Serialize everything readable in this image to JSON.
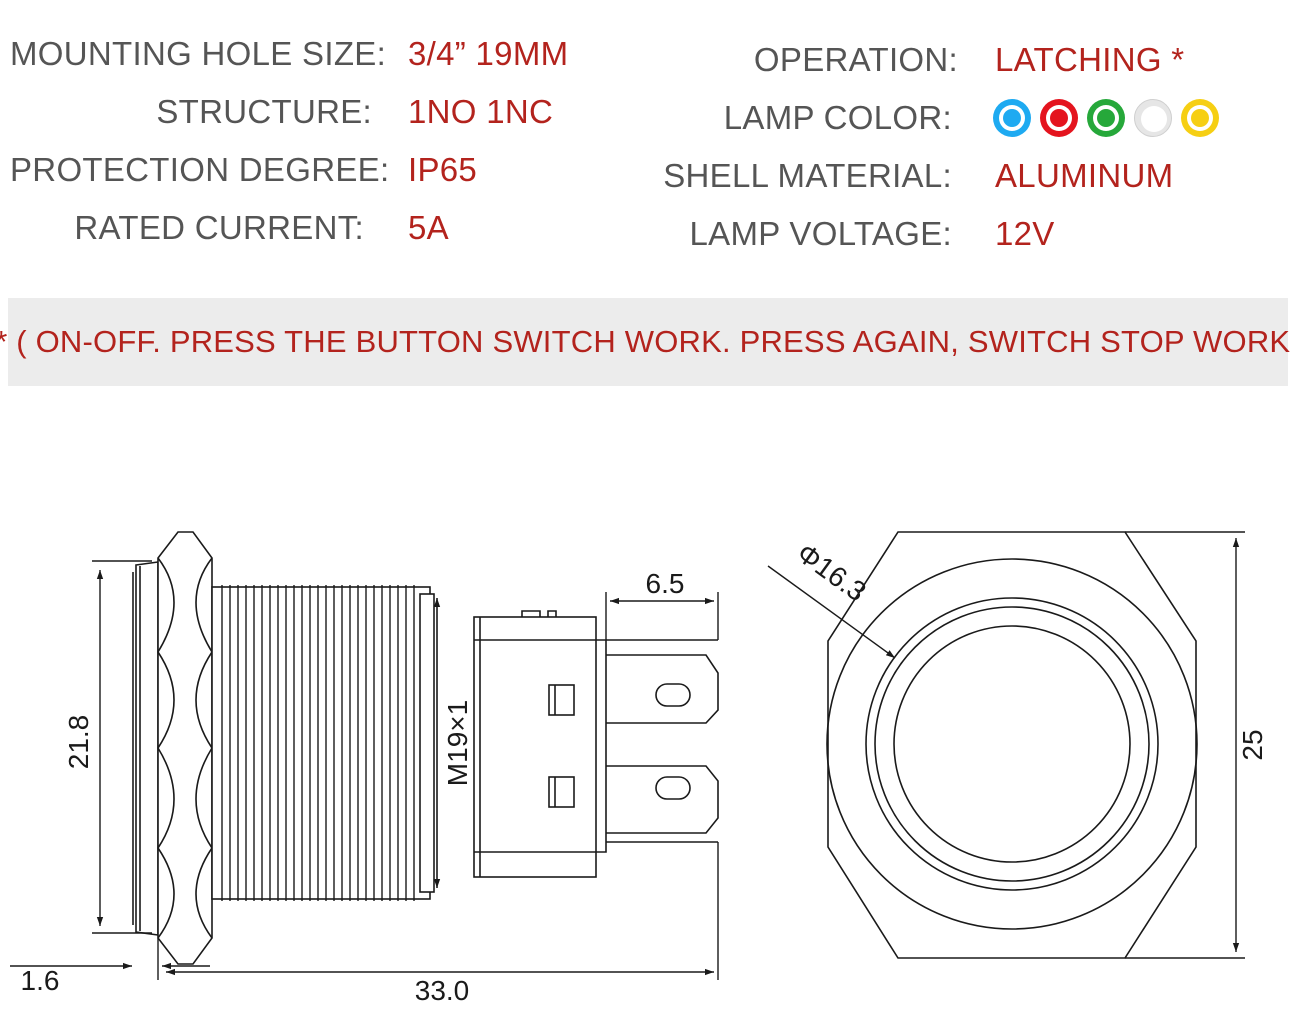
{
  "specs_left": [
    {
      "label": "MOUNTING HOLE SIZE:",
      "value": "3/4”  19MM"
    },
    {
      "label": "STRUCTURE:",
      "value": "1NO 1NC"
    },
    {
      "label": "PROTECTION DEGREE:",
      "value": "IP65"
    },
    {
      "label": "RATED CURRENT:",
      "value": "5A"
    }
  ],
  "specs_right": [
    {
      "label": "OPERATION:",
      "value": "LATCHING  *"
    },
    {
      "label": "LAMP COLOR:",
      "value": ""
    },
    {
      "label": "SHELL MATERIAL:",
      "value": "ALUMINUM"
    },
    {
      "label": "LAMP VOLTAGE:",
      "value": "12V"
    }
  ],
  "lamp_colors": [
    {
      "name": "blue",
      "color": "#1eaaf1"
    },
    {
      "name": "red",
      "color": "#e4141e"
    },
    {
      "name": "green",
      "color": "#26a83a"
    },
    {
      "name": "white",
      "color": "#e6e6e6"
    },
    {
      "name": "yellow",
      "color": "#f6cf13"
    }
  ],
  "note": "* ( ON-OFF. PRESS THE BUTTON SWITCH WORK. PRESS AGAIN, SWITCH STOP WORK)",
  "dimensions": {
    "height_21_8": "21.8",
    "flange_1_6": "1.6",
    "length_33_0": "33.0",
    "terminal_6_5": "6.5",
    "thread": "M19×1",
    "diameter": "Φ16.3",
    "hex_25": "25"
  },
  "colors": {
    "label": "#555555",
    "value": "#b3231d",
    "banner": "#ececec",
    "drawing": "#1a1a1a"
  }
}
